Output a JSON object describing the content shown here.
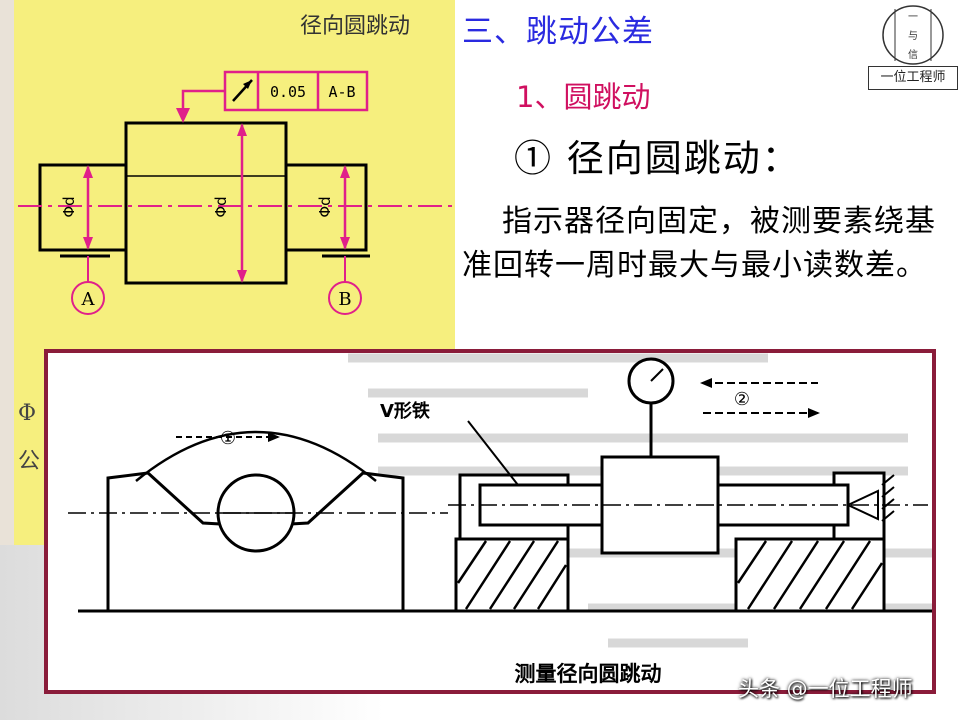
{
  "header": {
    "main_title": "三、跳动公差",
    "sub_title": "1、圆跳动",
    "topic_heading": "① 径向圆跳动：",
    "body_text": "指示器径向固定，被测要素绕基准回转一周时最大与最小读数差。"
  },
  "logo": {
    "top_char": "一",
    "mid_char": "与",
    "low_char": "信",
    "caption": "一位工程师"
  },
  "drawing": {
    "partial_title": "径向圆跳动",
    "tolerance_value": "0.05",
    "datum_ref": "A-B",
    "datum_a": "A",
    "datum_b": "B",
    "dim_left": "Φd",
    "dim_center": "Φd",
    "dim_right": "Φd",
    "side_glyphs": [
      "Φ",
      "公"
    ]
  },
  "figure": {
    "label_vblock": "V形铁",
    "label_motion_1": "①",
    "label_motion_2": "②",
    "caption": "测量径向圆跳动"
  },
  "watermark": "头条 @一位工程师",
  "colors": {
    "panel_bg": "#f6ef7e",
    "drawing_magenta": "#e0208a",
    "title_blue": "#2a2ae0",
    "subtitle_pink": "#d01060",
    "frame": "#8a1c3a"
  }
}
